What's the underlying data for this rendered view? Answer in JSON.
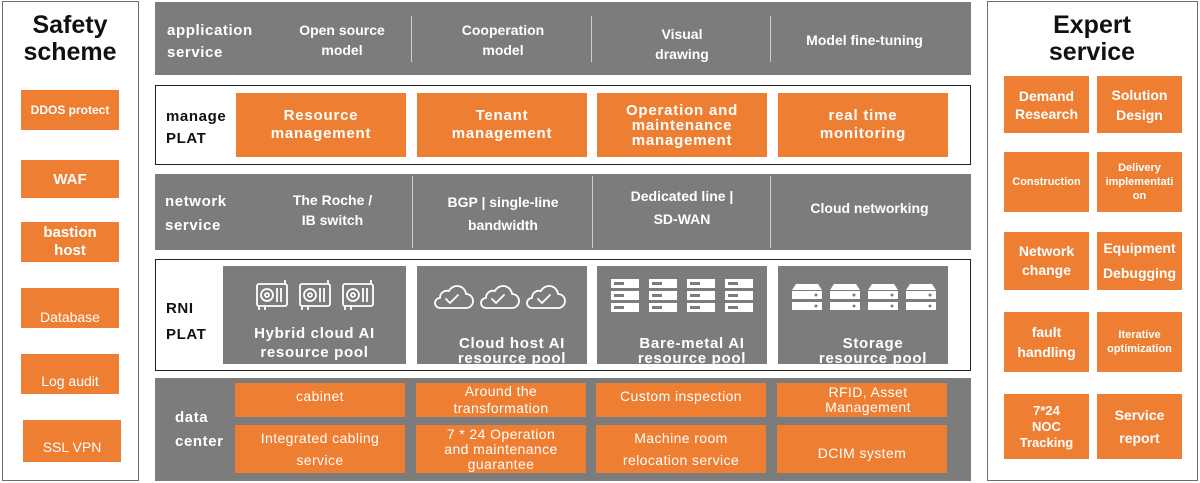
{
  "colors": {
    "orange": "#ee7e32",
    "gray": "#7c7c7c",
    "border": "#222222"
  },
  "safety": {
    "title": "Safety\nscheme",
    "items": [
      "DDOS protect",
      "WAF",
      "bastion\nhost",
      "Database",
      "Log audit",
      "SSL VPN"
    ]
  },
  "expert": {
    "title": "Expert\nservice",
    "items": [
      "Demand\nResearch",
      "Solution\nDesign",
      "Construction",
      "Delivery\nimplementati\non",
      "Network\nchange",
      "Equipment\nDebugging",
      "fault\nhandling",
      "Iterative\noptimization",
      "7*24\nNOC\nTracking",
      "Service\nreport"
    ]
  },
  "application": {
    "label": "application\nservice",
    "items": [
      "Open source\nmodel",
      "Cooperation\nmodel",
      "Visual\ndrawing",
      "Model fine-tuning"
    ]
  },
  "manage": {
    "label": "manage\nPLAT",
    "items": [
      "Resource\nmanagement",
      "Tenant\nmanagement",
      "Operation and\nmaintenance\nmanagement",
      "real time\nmonitoring"
    ]
  },
  "network": {
    "label": "network\nservice",
    "items": [
      "The Roche /\nIB switch",
      "BGP | single-line\nbandwidth",
      "Dedicated line |\nSD-WAN",
      "Cloud networking"
    ]
  },
  "rni": {
    "label": "RNI\nPLAT",
    "pools": [
      {
        "name": "Hybrid cloud AI\nresource pool",
        "icon": "gpu-card-icon"
      },
      {
        "name": "Cloud host AI\nresource pool",
        "icon": "cloud-check-icon"
      },
      {
        "name": "Bare-metal AI\nresource pool",
        "icon": "server-rack-icon"
      },
      {
        "name": "Storage\nresource pool",
        "icon": "storage-disk-icon"
      }
    ]
  },
  "datacenter": {
    "label": "data\ncenter",
    "row1": [
      "cabinet",
      "Around the\ntransformation",
      "Custom inspection",
      "RFID, Asset\nManagement"
    ],
    "row2": [
      "Integrated cabling\nservice",
      "7 * 24 Operation\nand maintenance\nguarantee",
      "Machine room\nrelocation service",
      "DCIM system"
    ]
  }
}
